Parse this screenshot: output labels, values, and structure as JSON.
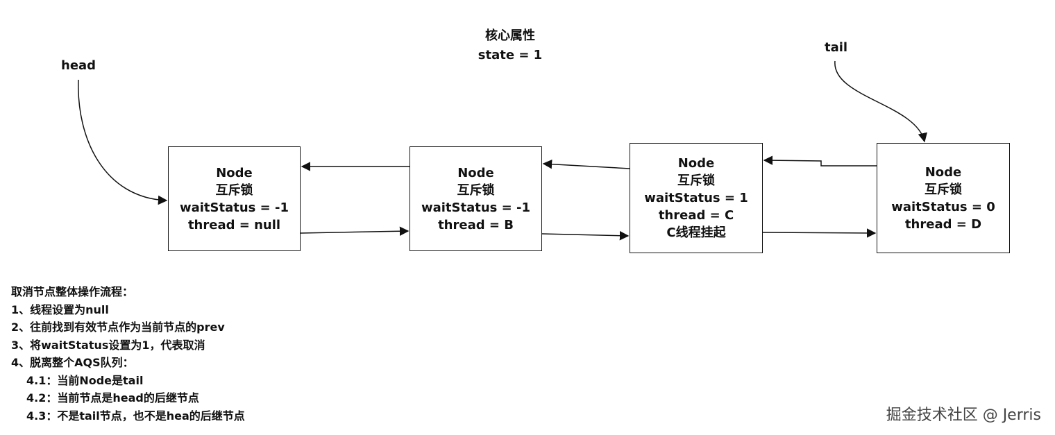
{
  "title": {
    "line1": "核心属性",
    "line2": "state = 1"
  },
  "pointers": {
    "head": "head",
    "tail": "tail"
  },
  "nodes": [
    {
      "title": "Node",
      "lock": "互斥锁",
      "wait_status": "waitStatus = -1",
      "thread": "thread = null"
    },
    {
      "title": "Node",
      "lock": "互斥锁",
      "wait_status": "waitStatus = -1",
      "thread": "thread = B"
    },
    {
      "title": "Node",
      "lock": "互斥锁",
      "wait_status": "waitStatus = 1",
      "thread": "thread = C",
      "note": "C线程挂起"
    },
    {
      "title": "Node",
      "lock": "互斥锁",
      "wait_status": "waitStatus = 0",
      "thread": "thread = D"
    }
  ],
  "steps": {
    "heading": "取消节点整体操作流程：",
    "items": [
      "1、线程设置为null",
      "2、往前找到有效节点作为当前节点的prev",
      "3、将waitStatus设置为1，代表取消",
      "4、脱离整个AQS队列："
    ],
    "sub_items": [
      "4.1：当前Node是tail",
      "4.2：当前节点是head的后继节点",
      "4.3：不是tail节点，也不是hea的后继节点"
    ]
  },
  "watermark": "掘金技术社区 @ Jerris"
}
